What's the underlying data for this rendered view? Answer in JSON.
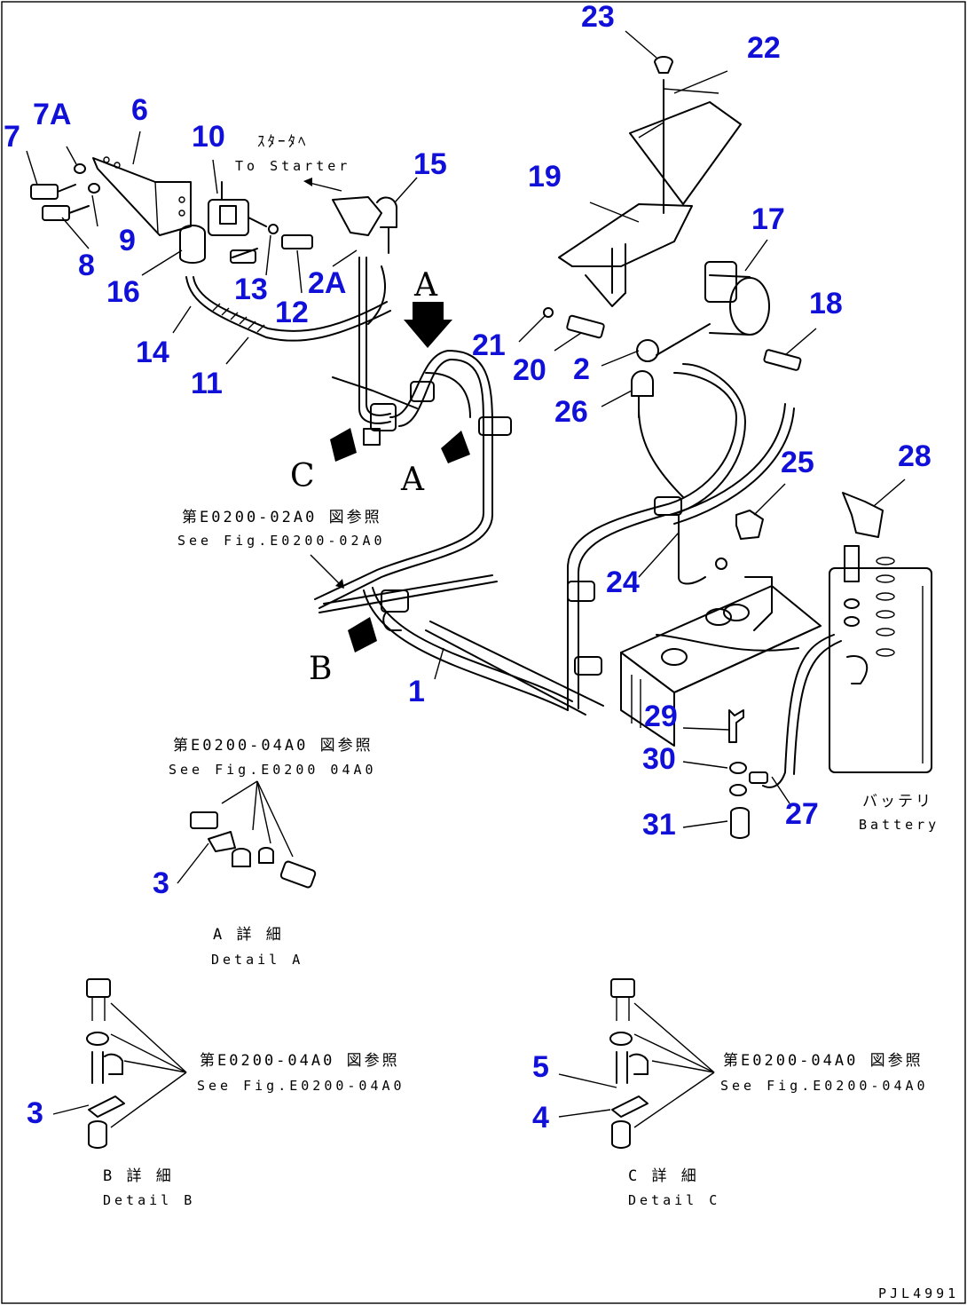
{
  "callouts": {
    "c1": "1",
    "c2": "2",
    "c2A": "2A",
    "c3a": "3",
    "c3b": "3",
    "c4": "4",
    "c5": "5",
    "c6": "6",
    "c7": "7",
    "c7A": "7A",
    "c8": "8",
    "c9": "9",
    "c10": "10",
    "c11": "11",
    "c12": "12",
    "c13": "13",
    "c14": "14",
    "c15": "15",
    "c16": "16",
    "c17": "17",
    "c18": "18",
    "c19": "19",
    "c20": "20",
    "c21": "21",
    "c22": "22",
    "c23": "23",
    "c24": "24",
    "c25": "25",
    "c26": "26",
    "c27": "27",
    "c28": "28",
    "c29": "29",
    "c30": "30",
    "c31": "31"
  },
  "view_letters": {
    "a_top": "A",
    "a_mid": "A",
    "b": "B",
    "c": "C"
  },
  "notes": {
    "starter_jp": "ｽﾀｰﾀﾍ",
    "starter_en": "To Starter",
    "fig1_jp": "第E0200-02A0 図参照",
    "fig1_en": "See Fig.E0200-02A0",
    "fig2_jp": "第E0200-04A0 図参照",
    "fig2_en": "See Fig.E0200 04A0",
    "fig3_jp": "第E0200-04A0 図参照",
    "fig3_en": "See Fig.E0200-04A0",
    "fig4_jp": "第E0200-04A0 図参照",
    "fig4_en": "See Fig.E0200-04A0",
    "battery_jp": "バッテリ",
    "battery_en": "Battery",
    "detail_a_jp": "A  詳  細",
    "detail_a_en": "Detail A",
    "detail_b_jp": "B  詳  細",
    "detail_b_en": "Detail B",
    "detail_c_jp": "C  詳  細",
    "detail_c_en": "Detail C",
    "drawing_id": "PJL4991"
  },
  "colors": {
    "callout": "#1010d8",
    "line": "#000000"
  }
}
